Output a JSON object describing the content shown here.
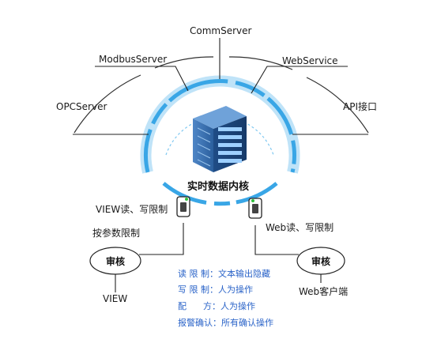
{
  "nodes": {
    "comm": "CommServer",
    "modbus": "ModbusServer",
    "webservice": "WebService",
    "opc": "OPCServer",
    "api": "API接口"
  },
  "core": {
    "label": "实时数据内核"
  },
  "left": {
    "view_rw": "VIEW读、写限制",
    "param_limit": "按参数限制",
    "audit": "审核",
    "client": "VIEW"
  },
  "right": {
    "web_rw": "Web读、写限制",
    "audit": "审核",
    "client": "Web客户端"
  },
  "rules": [
    {
      "label": "读 限 制",
      "value": "文本输出隐藏"
    },
    {
      "label": "写 限 制",
      "value": "人为操作"
    },
    {
      "label": "配      方",
      "value": "人为操作"
    },
    {
      "label": "报警确认",
      "value": "所有确认操作"
    }
  ],
  "colors": {
    "ring": "#39a6e6",
    "rule_text": "#2a63c8",
    "line": "#222222"
  }
}
